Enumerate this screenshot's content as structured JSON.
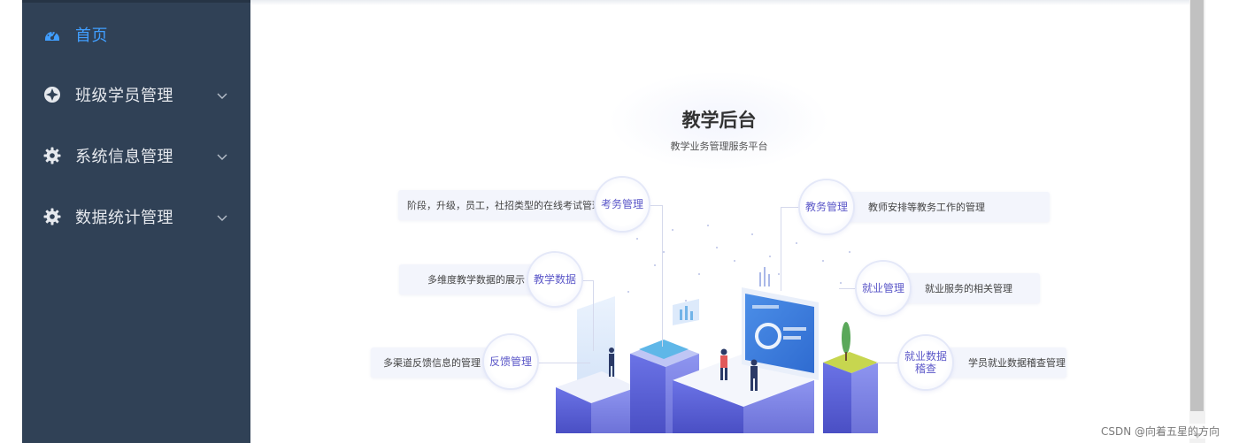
{
  "sidebar": {
    "items": [
      {
        "label": "首页",
        "icon": "dashboard-icon",
        "active": true
      },
      {
        "label": "班级学员管理",
        "icon": "class-icon",
        "expandable": true
      },
      {
        "label": "系统信息管理",
        "icon": "gear-icon",
        "expandable": true
      },
      {
        "label": "数据统计管理",
        "icon": "gear-icon",
        "expandable": true
      }
    ]
  },
  "hero": {
    "title": "教学后台",
    "subtitle": "教学业务管理服务平台",
    "modules": [
      {
        "name": "考务管理",
        "desc": "阶段，升级，员工，社招类型的在线考试管理"
      },
      {
        "name": "教学数据",
        "desc": "多维度教学数据的展示"
      },
      {
        "name": "反馈管理",
        "desc": "多渠道反馈信息的管理"
      },
      {
        "name": "教务管理",
        "desc": "教师安排等教务工作的管理"
      },
      {
        "name": "就业管理",
        "desc": "就业服务的相关管理"
      },
      {
        "name": "就业数据稽查",
        "desc": "学员就业数据稽查管理"
      }
    ]
  },
  "watermark": "CSDN @向着五星的方向",
  "colors": {
    "sidebar_bg": "#304156",
    "active_text": "#409eff",
    "menu_text": "#e6e9ee",
    "module_accent": "#5b57c8"
  }
}
